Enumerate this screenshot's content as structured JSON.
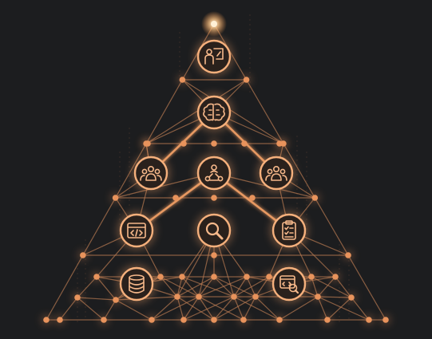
{
  "colors": {
    "background": "#1c1d1f",
    "line_bright": "#f2a066",
    "line_dim": "#b87a52",
    "node_fill": "#2a211c",
    "node_ring": "#f5b07c",
    "dot": "#e8935c",
    "apex_glow": "#fff1d6",
    "icon": "#f6b88a"
  },
  "diagram": {
    "type": "network-pyramid",
    "nodes": [
      {
        "id": "presenter",
        "icon": "presenter-icon"
      },
      {
        "id": "brain",
        "icon": "brain-icon"
      },
      {
        "id": "team-left",
        "icon": "team-icon"
      },
      {
        "id": "network",
        "icon": "network-hub-icon"
      },
      {
        "id": "team-right",
        "icon": "team-icon"
      },
      {
        "id": "code",
        "icon": "code-window-icon"
      },
      {
        "id": "search",
        "icon": "magnifier-icon"
      },
      {
        "id": "checklist",
        "icon": "clipboard-checklist-icon"
      },
      {
        "id": "database",
        "icon": "database-icon"
      },
      {
        "id": "code-search",
        "icon": "code-search-icon"
      }
    ]
  }
}
